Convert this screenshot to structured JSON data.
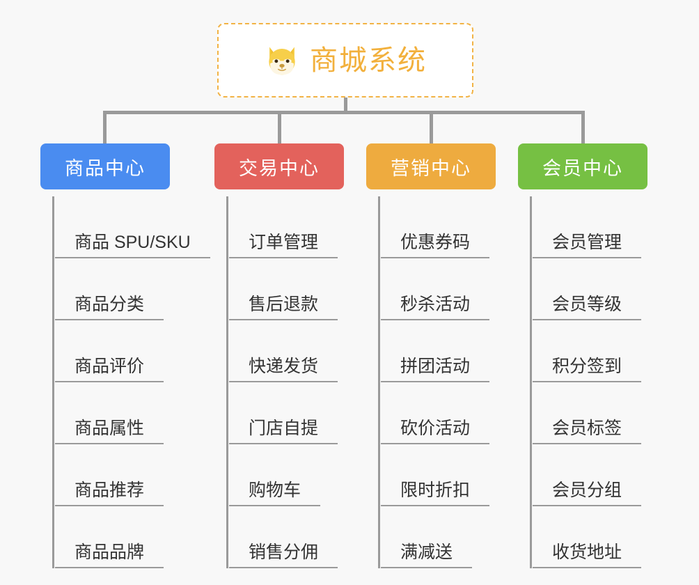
{
  "page": {
    "background_color": "#f8f8f8",
    "line_color": "#9a9a9a"
  },
  "root": {
    "title": "商城系统",
    "icon": "shiba-dog-face-emoji",
    "text_color": "#f2b03c",
    "border_color": "#f2b345",
    "border_style": "dashed",
    "background_color": "#ffffff"
  },
  "columns": [
    {
      "header": "商品中心",
      "color": "#4a8cf0",
      "items": [
        "商品 SPU/SKU",
        "商品分类",
        "商品评价",
        "商品属性",
        "商品推荐",
        "商品品牌"
      ]
    },
    {
      "header": "交易中心",
      "color": "#e3625c",
      "items": [
        "订单管理",
        "售后退款",
        "快递发货",
        "门店自提",
        "购物车",
        "销售分佣"
      ]
    },
    {
      "header": "营销中心",
      "color": "#eeab3f",
      "items": [
        "优惠券码",
        "秒杀活动",
        "拼团活动",
        "砍价活动",
        "限时折扣",
        "满减送"
      ]
    },
    {
      "header": "会员中心",
      "color": "#76c043",
      "items": [
        "会员管理",
        "会员等级",
        "积分签到",
        "会员标签",
        "会员分组",
        "收货地址"
      ]
    }
  ]
}
